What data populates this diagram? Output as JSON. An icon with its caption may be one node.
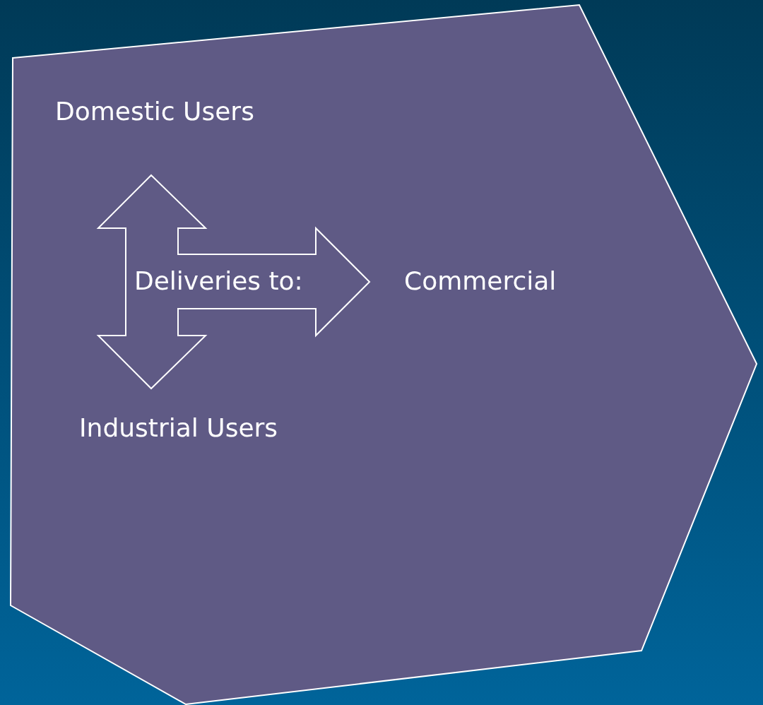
{
  "diagram": {
    "nodes": [
      {
        "text": [],
        "shape": "polygon"
      },
      {
        "text": [
          "Domestic Users"
        ],
        "in": 0
      },
      {
        "text": [
          "Deliveries to:"
        ],
        "in": 0
      },
      {
        "text": [
          "Commercial"
        ],
        "in": 0
      },
      {
        "text": [
          "Industrial Users"
        ],
        "in": 0
      }
    ]
  }
}
